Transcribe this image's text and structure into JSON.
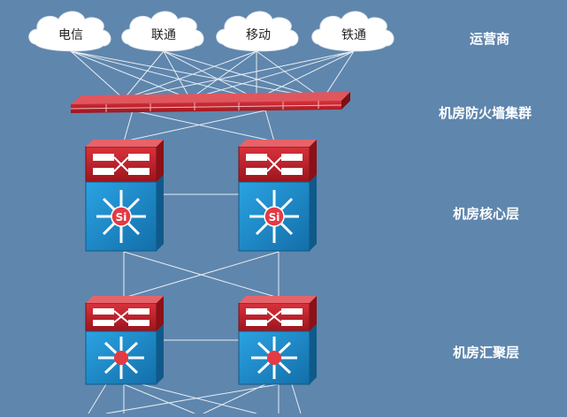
{
  "layers": [
    {
      "id": "isp",
      "label": "运营商"
    },
    {
      "id": "firewall",
      "label": "机房防火墙集群"
    },
    {
      "id": "core",
      "label": "机房核心层"
    },
    {
      "id": "aggregation",
      "label": "机房汇聚层"
    }
  ],
  "isps": [
    {
      "name": "电信"
    },
    {
      "name": "联通"
    },
    {
      "name": "移动"
    },
    {
      "name": "铁通"
    }
  ],
  "core_switch": {
    "badge": "Si"
  },
  "colors": {
    "background": "#5f86ad",
    "switch_red": "#c8202a",
    "switch_blue": "#1d8fcf",
    "firewall_red": "#b9202a",
    "line": "#ffffff"
  }
}
